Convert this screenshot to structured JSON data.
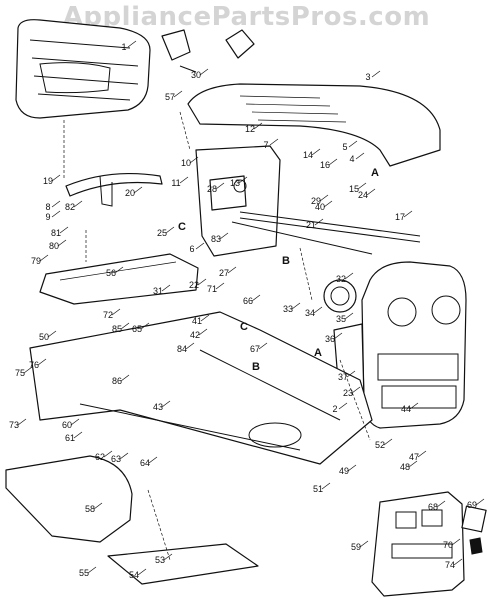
{
  "watermark": "AppliancePartsPros.com",
  "callouts": [
    {
      "text": "1"
    },
    {
      "text": "2"
    },
    {
      "text": "3"
    },
    {
      "text": "4"
    },
    {
      "text": "5"
    },
    {
      "text": "6"
    },
    {
      "text": "7"
    },
    {
      "text": "8"
    },
    {
      "text": "9"
    },
    {
      "text": "10"
    },
    {
      "text": "11"
    },
    {
      "text": "12"
    },
    {
      "text": "13"
    },
    {
      "text": "14"
    },
    {
      "text": "15"
    },
    {
      "text": "16"
    },
    {
      "text": "17"
    },
    {
      "text": "19"
    },
    {
      "text": "20"
    },
    {
      "text": "21"
    },
    {
      "text": "22"
    },
    {
      "text": "23"
    },
    {
      "text": "24"
    },
    {
      "text": "25"
    },
    {
      "text": "27"
    },
    {
      "text": "28"
    },
    {
      "text": "29"
    },
    {
      "text": "30"
    },
    {
      "text": "31"
    },
    {
      "text": "32"
    },
    {
      "text": "33"
    },
    {
      "text": "34"
    },
    {
      "text": "35"
    },
    {
      "text": "36"
    },
    {
      "text": "37"
    },
    {
      "text": "40"
    },
    {
      "text": "41"
    },
    {
      "text": "42"
    },
    {
      "text": "43"
    },
    {
      "text": "44"
    },
    {
      "text": "47"
    },
    {
      "text": "48"
    },
    {
      "text": "49"
    },
    {
      "text": "50"
    },
    {
      "text": "51"
    },
    {
      "text": "52"
    },
    {
      "text": "53"
    },
    {
      "text": "54"
    },
    {
      "text": "55"
    },
    {
      "text": "56"
    },
    {
      "text": "57"
    },
    {
      "text": "58"
    },
    {
      "text": "59"
    },
    {
      "text": "60"
    },
    {
      "text": "61"
    },
    {
      "text": "62"
    },
    {
      "text": "63"
    },
    {
      "text": "64"
    },
    {
      "text": "65"
    },
    {
      "text": "66"
    },
    {
      "text": "67"
    },
    {
      "text": "68"
    },
    {
      "text": "69"
    },
    {
      "text": "70"
    },
    {
      "text": "71"
    },
    {
      "text": "72"
    },
    {
      "text": "73"
    },
    {
      "text": "74"
    },
    {
      "text": "75"
    },
    {
      "text": "76"
    },
    {
      "text": "79"
    },
    {
      "text": "80"
    },
    {
      "text": "81"
    },
    {
      "text": "82"
    },
    {
      "text": "83"
    },
    {
      "text": "84"
    },
    {
      "text": "85"
    },
    {
      "text": "86"
    }
  ],
  "connectors": [
    {
      "text": "A"
    },
    {
      "text": "A"
    },
    {
      "text": "B"
    },
    {
      "text": "B"
    },
    {
      "text": "C"
    },
    {
      "text": "C"
    }
  ]
}
